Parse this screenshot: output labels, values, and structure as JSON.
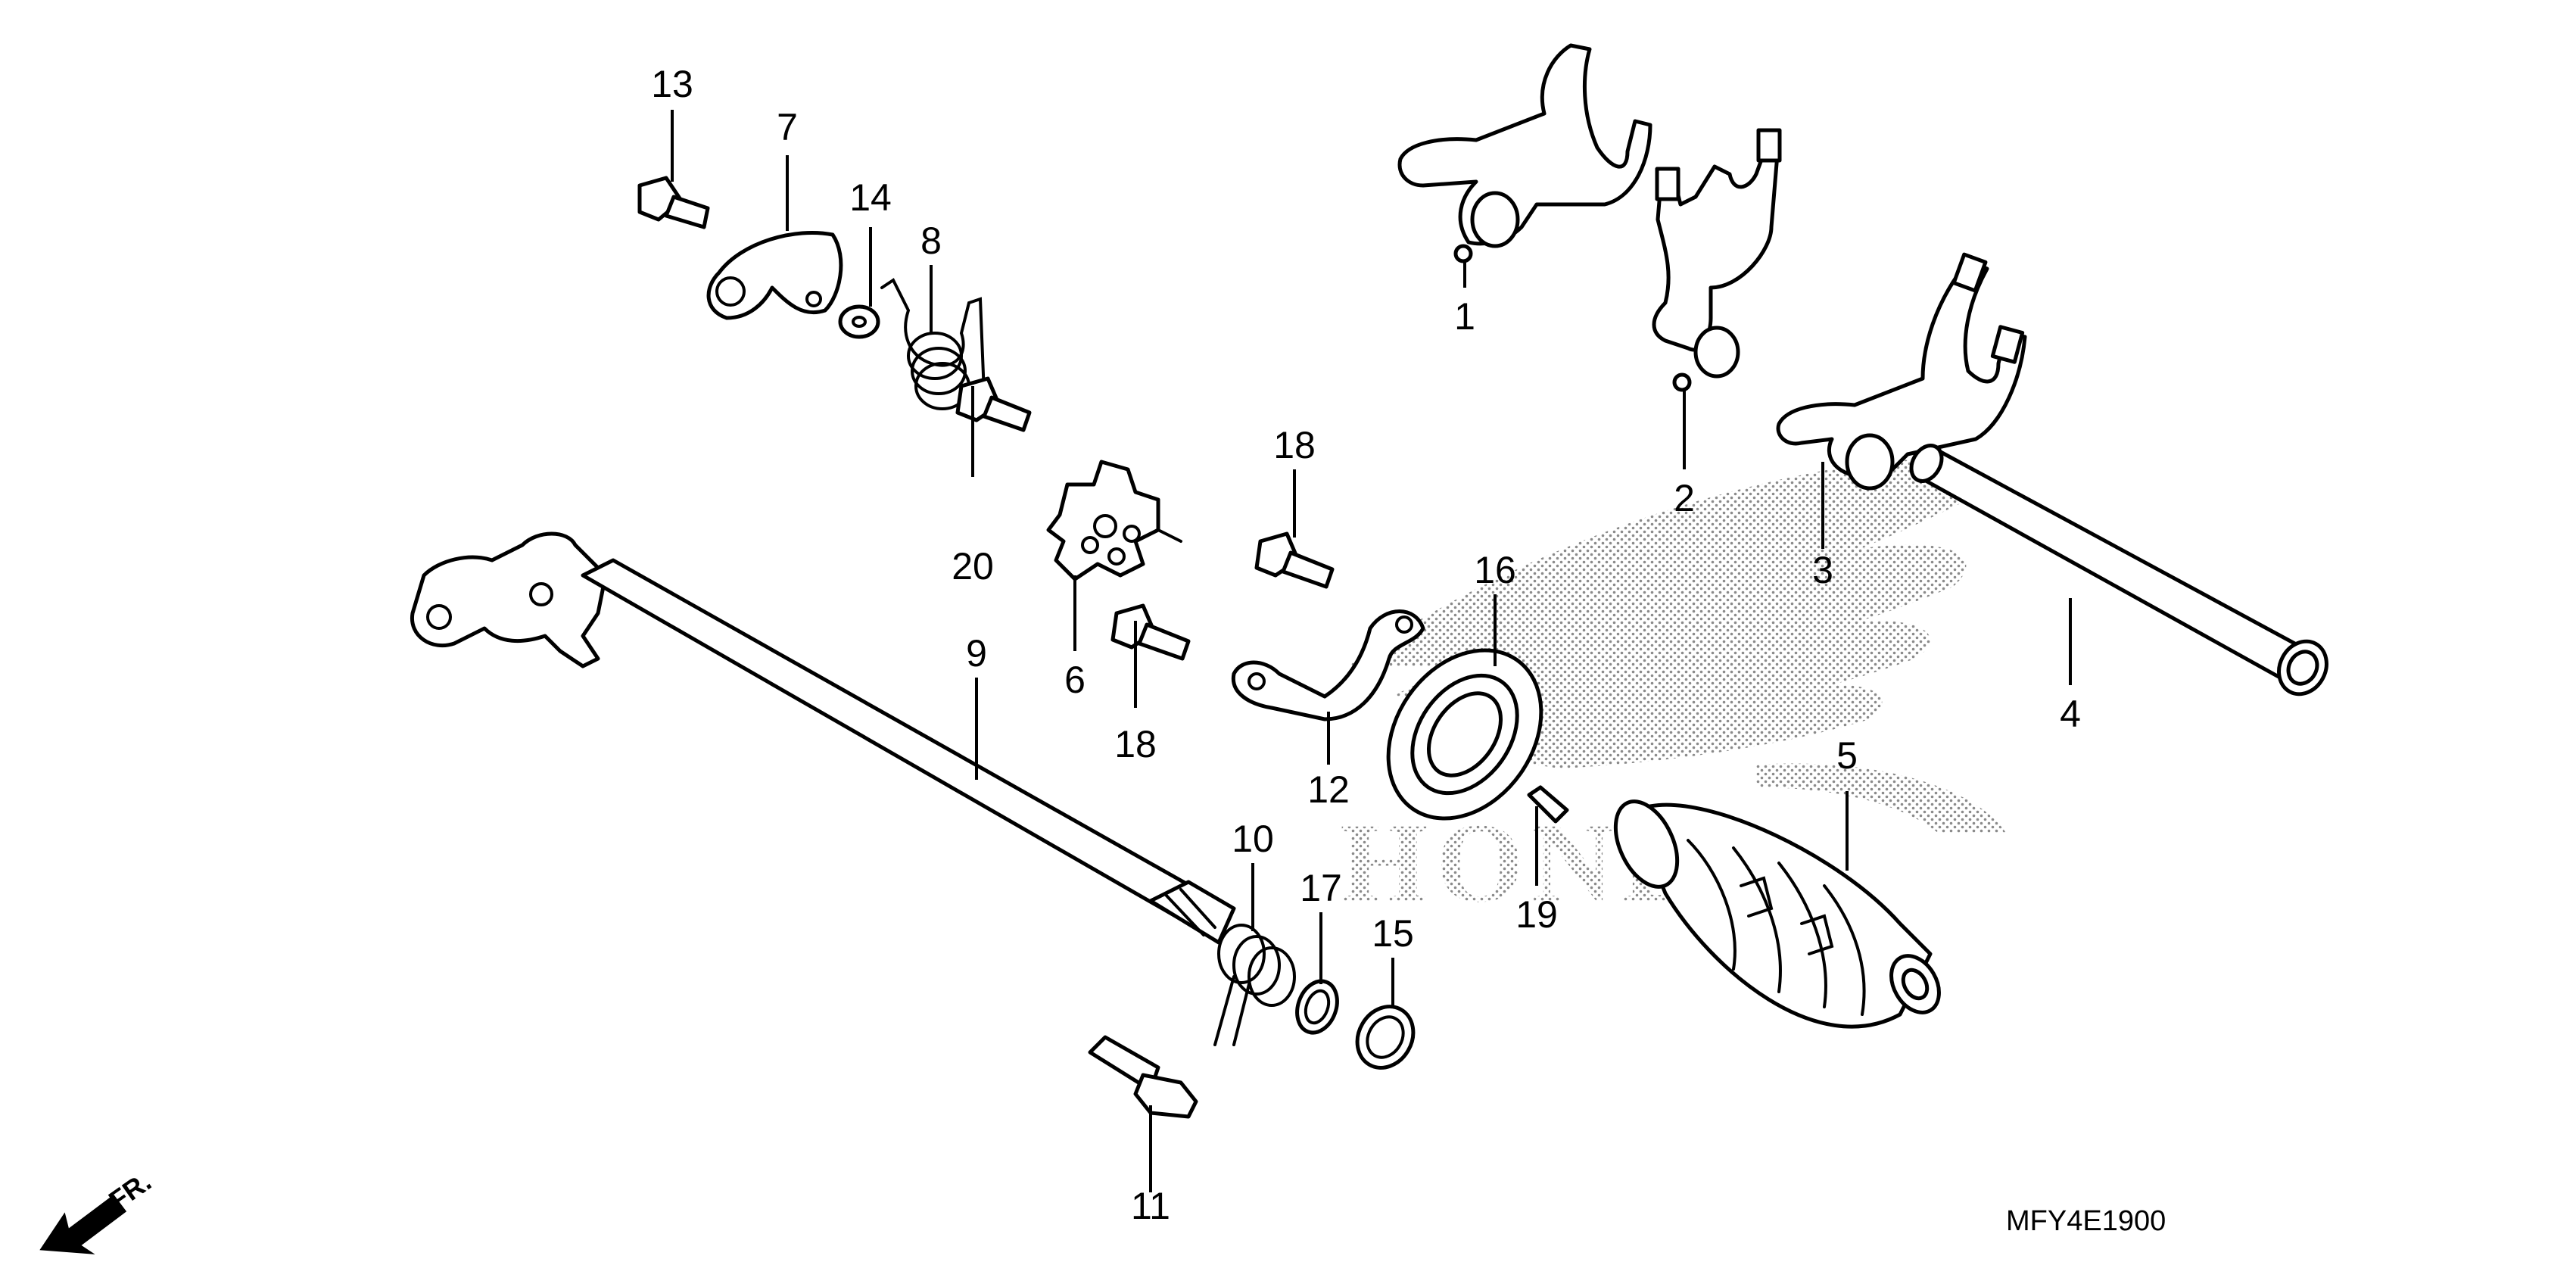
{
  "diagram": {
    "watermark": "HONDA",
    "direction_label": "FR.",
    "diagram_code": "MFY4E1900",
    "callouts": [
      {
        "id": "c1",
        "label": "1"
      },
      {
        "id": "c2",
        "label": "2"
      },
      {
        "id": "c3",
        "label": "3"
      },
      {
        "id": "c4",
        "label": "4"
      },
      {
        "id": "c5",
        "label": "5"
      },
      {
        "id": "c6",
        "label": "6"
      },
      {
        "id": "c7",
        "label": "7"
      },
      {
        "id": "c8",
        "label": "8"
      },
      {
        "id": "c9",
        "label": "9"
      },
      {
        "id": "c10",
        "label": "10"
      },
      {
        "id": "c11",
        "label": "11"
      },
      {
        "id": "c12",
        "label": "12"
      },
      {
        "id": "c13",
        "label": "13"
      },
      {
        "id": "c14",
        "label": "14"
      },
      {
        "id": "c15",
        "label": "15"
      },
      {
        "id": "c16",
        "label": "16"
      },
      {
        "id": "c17",
        "label": "17"
      },
      {
        "id": "c18a",
        "label": "18"
      },
      {
        "id": "c18b",
        "label": "18"
      },
      {
        "id": "c19",
        "label": "19"
      },
      {
        "id": "c20",
        "label": "20"
      }
    ]
  }
}
